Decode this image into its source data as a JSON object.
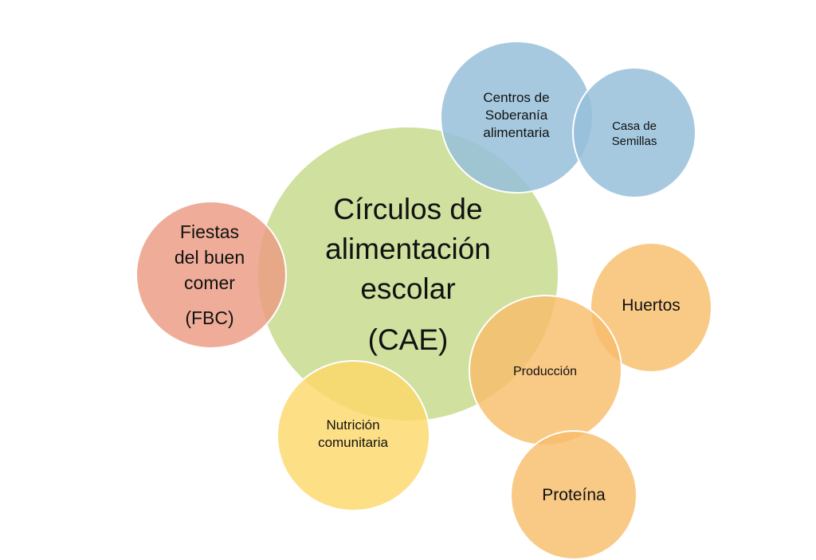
{
  "diagram": {
    "nodes": {
      "cae": {
        "lines": [
          "Círculos de",
          "alimentación",
          "escolar",
          "(CAE)"
        ],
        "color": "#c5d98a"
      },
      "fbc": {
        "lines": [
          "Fiestas",
          "del buen",
          "comer",
          "(FBC)"
        ],
        "color": "#ec9b83"
      },
      "nutricion": {
        "lines": [
          "Nutrición",
          "comunitaria"
        ],
        "color": "#fcd86a"
      },
      "centros": {
        "lines": [
          "Centros de",
          "Soberanía",
          "alimentaria"
        ],
        "color": "#97bfda"
      },
      "casa": {
        "lines": [
          "Casa de",
          "Semillas"
        ],
        "color": "#97bfda"
      },
      "huertos": {
        "lines": [
          "Huertos"
        ],
        "color": "#f8bd6b"
      },
      "produccion": {
        "lines": [
          "Producción"
        ],
        "color": "#f8bd6b"
      },
      "proteina": {
        "lines": [
          "Proteína"
        ],
        "color": "#f8bd6b"
      }
    }
  }
}
